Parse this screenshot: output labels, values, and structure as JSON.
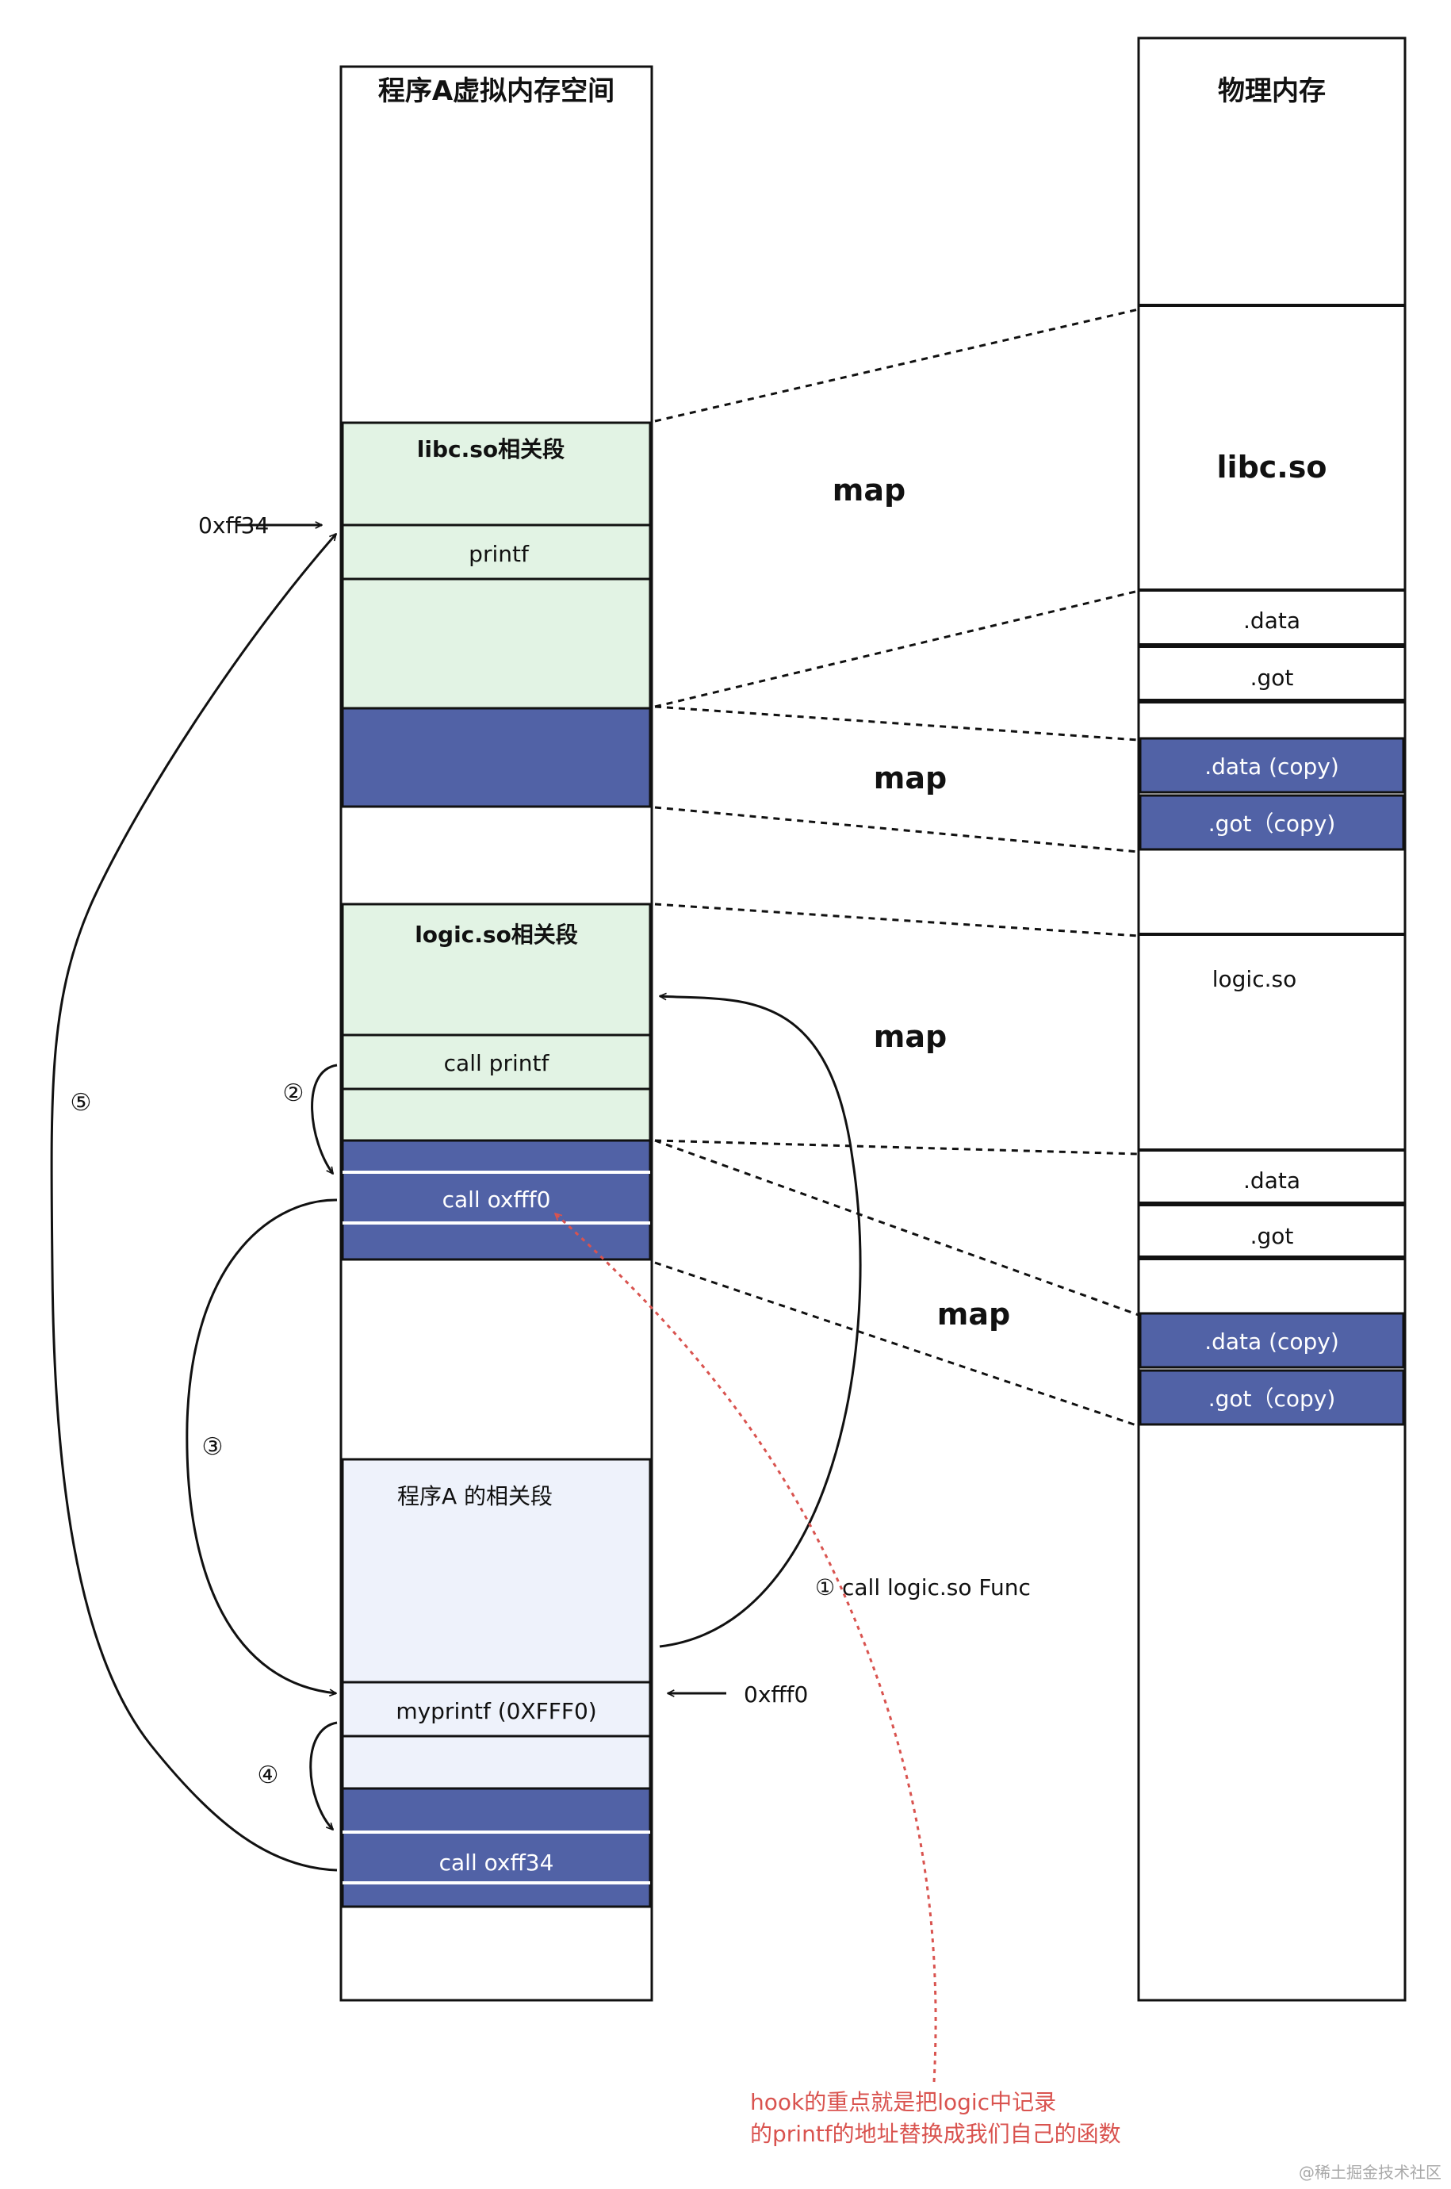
{
  "left_column": {
    "title": "程序A虚拟内存空间",
    "libc_section": "libc.so相关段",
    "printf": "printf",
    "logic_section": "logic.so相关段",
    "call_printf": "call printf",
    "call_oxfff0": "call oxfff0",
    "program_section": "程序A  的相关段",
    "myprintf": "myprintf (0XFFF0)",
    "call_oxff34": "call oxff34"
  },
  "right_column": {
    "title": "物理内存",
    "libc_so": "libc.so",
    "data": ".data",
    "got": ".got",
    "data_copy": ".data (copy)",
    "got_copy": ".got（copy)",
    "logic_so": "logic.so",
    "data_2": ".data",
    "got_2": ".got",
    "data_copy_2": ".data (copy)",
    "got_copy_2": ".got（copy)"
  },
  "labels": {
    "map_1": "map",
    "map_2": "map",
    "map_3": "map",
    "map_4": "map",
    "addr_ff34": "0xff34",
    "addr_fff0": "0xfff0",
    "step_1": "① call logic.so Func",
    "step_2": "②",
    "step_3": "③",
    "step_4": "④",
    "step_5": "⑤",
    "note_line1": "hook的重点就是把logic中记录",
    "note_line2": "的printf的地址替换成我们自己的函数",
    "watermark": "@稀土掘金技术社区"
  },
  "colors": {
    "green_fill": "#e2f3e4",
    "blue_fill": "#5162a6",
    "light_blue_fill": "#eef2fb",
    "red_dashed": "#d9534f"
  }
}
